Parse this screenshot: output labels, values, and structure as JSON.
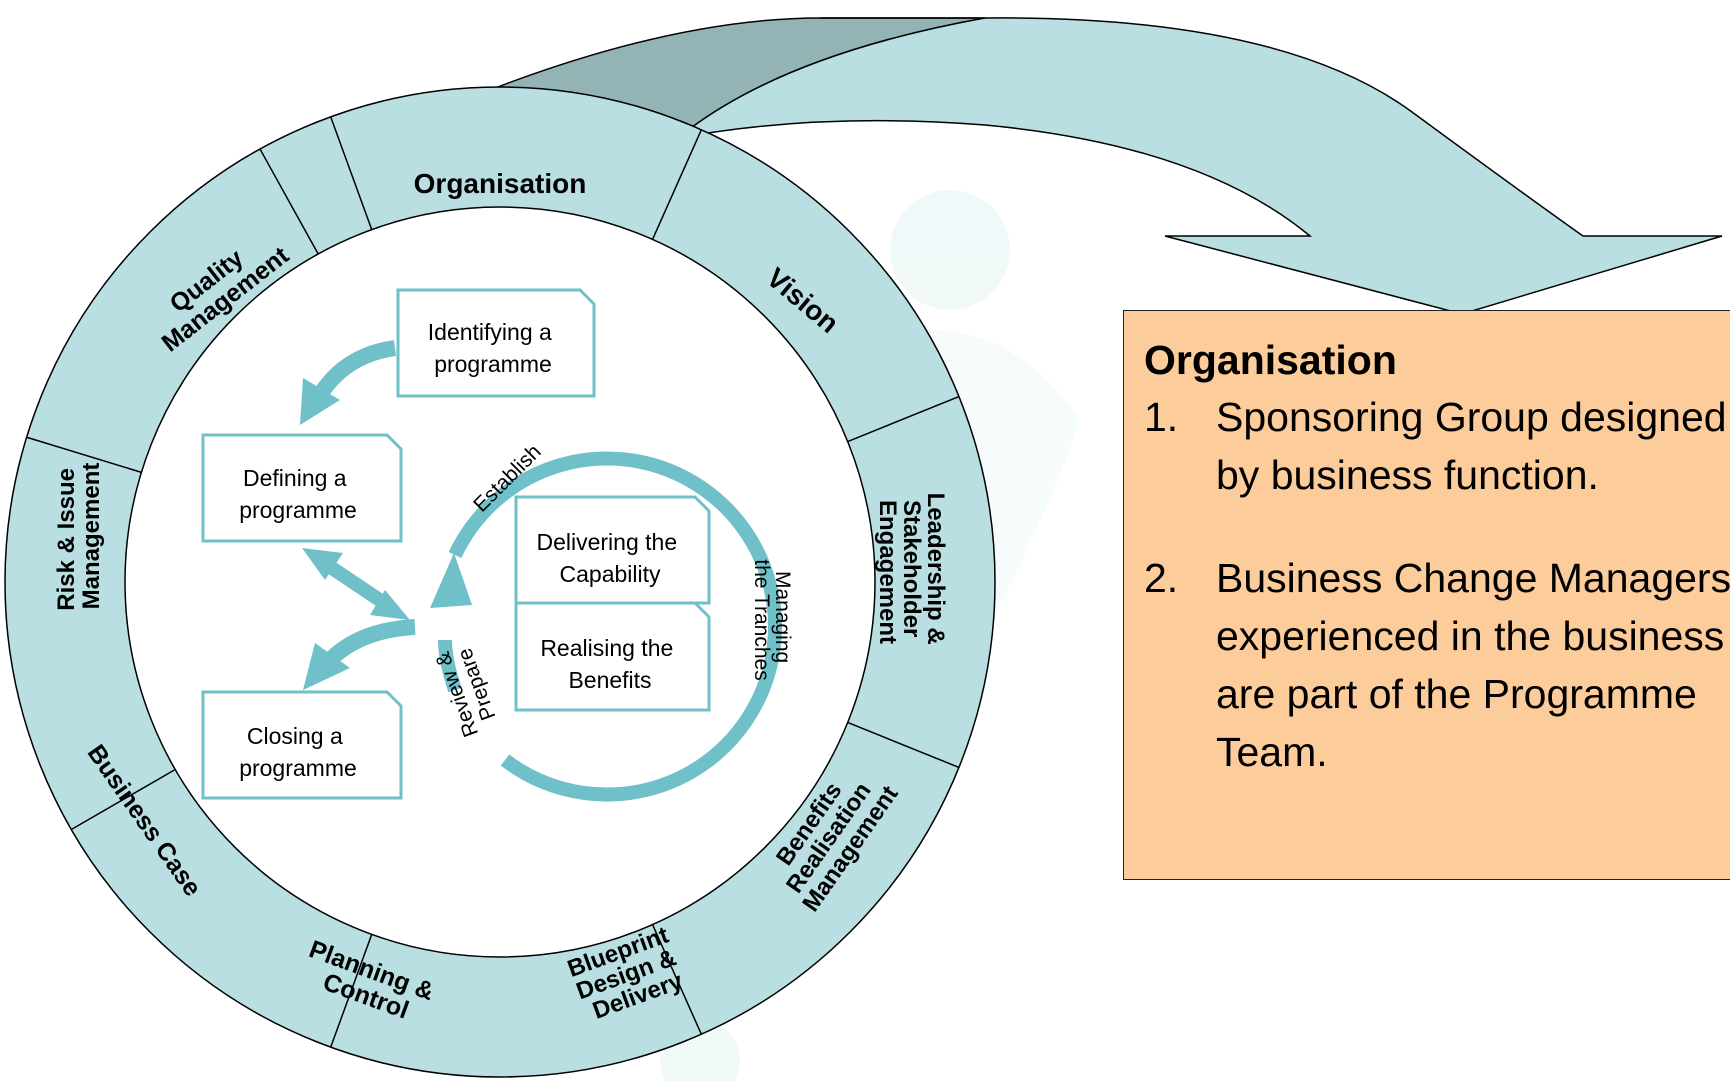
{
  "segments": [
    {
      "label": [
        "Organisation"
      ]
    },
    {
      "label": [
        "Vision"
      ]
    },
    {
      "label": [
        "Leadership &",
        "Stakeholder",
        "Engagement"
      ]
    },
    {
      "label": [
        "Benefits",
        "Realisation",
        "Management"
      ]
    },
    {
      "label": [
        "Blueprint",
        "Design &",
        "Delivery"
      ]
    },
    {
      "label": [
        "Planning &",
        "Control"
      ]
    },
    {
      "label": [
        "Business Case"
      ]
    },
    {
      "label": [
        "Risk & Issue",
        "Management"
      ]
    },
    {
      "label": [
        "Quality",
        "Management"
      ]
    }
  ],
  "processes": {
    "identifying": [
      "Identifying a",
      "programme"
    ],
    "defining": [
      "Defining a",
      "programme"
    ],
    "delivering": [
      "Delivering the",
      "Capability"
    ],
    "realising": [
      "Realising the",
      "Benefits"
    ],
    "closing": [
      "Closing a",
      "programme"
    ]
  },
  "cycle_labels": {
    "establish": "Establish",
    "managing": [
      "Managing",
      "the Tranches"
    ],
    "review": [
      "Review &",
      "Prepare"
    ]
  },
  "info": {
    "title": "Organisation",
    "items": [
      {
        "num": "1.",
        "text": "Sponsoring Group designed by business function."
      },
      {
        "num": "2.",
        "text": "Business Change Managers experienced in the business are part of the Programme Team."
      }
    ]
  },
  "colors": {
    "ring": "#b9dfe2",
    "accent": "#6fc0c8",
    "arrow_dark": "#94b3b5",
    "info_box": "#fccc9a"
  }
}
